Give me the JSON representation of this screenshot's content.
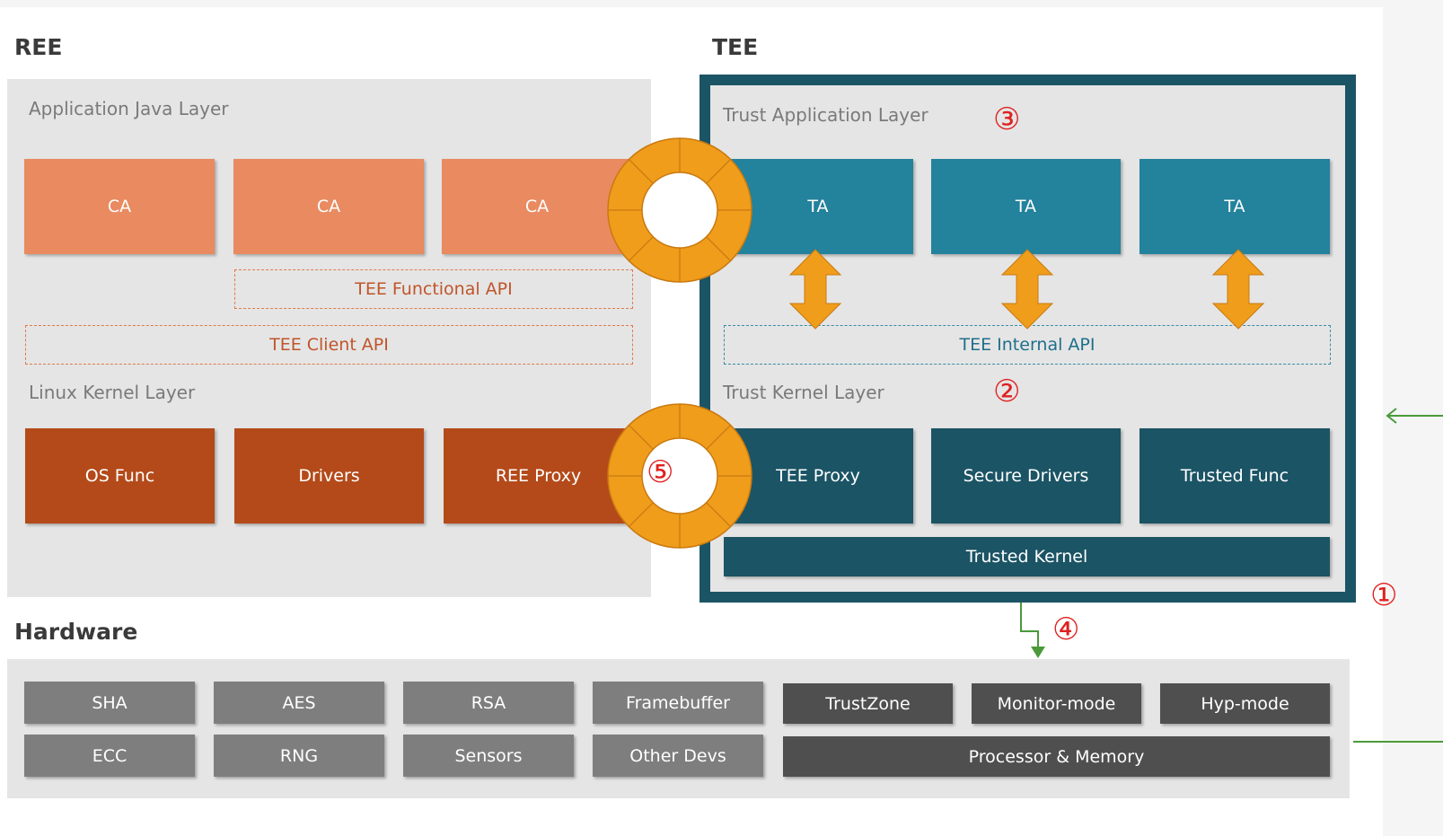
{
  "ree": {
    "title": "REE",
    "app_layer_label": "Application Java Layer",
    "ca_boxes": [
      "CA",
      "CA",
      "CA"
    ],
    "functional_api": "TEE Functional API",
    "client_api": "TEE Client API",
    "kernel_layer_label": "Linux Kernel Layer",
    "kernel_boxes": [
      "OS Func",
      "Drivers",
      "REE Proxy"
    ]
  },
  "tee": {
    "title": "TEE",
    "app_layer_label": "Trust Application Layer",
    "ta_boxes": [
      "TA",
      "TA",
      "TA"
    ],
    "internal_api": "TEE Internal API",
    "kernel_layer_label": "Trust Kernel Layer",
    "kernel_boxes": [
      "TEE Proxy",
      "Secure Drivers",
      "Trusted Func"
    ],
    "trusted_kernel": "Trusted Kernel"
  },
  "hardware": {
    "title": "Hardware",
    "row1": [
      "SHA",
      "AES",
      "RSA",
      "Framebuffer",
      "TrustZone",
      "Monitor-mode",
      "Hyp-mode"
    ],
    "row2": [
      "ECC",
      "RNG",
      "Sensors",
      "Other Devs"
    ],
    "processor": "Processor & Memory"
  },
  "markers": {
    "m1": "①",
    "m2": "②",
    "m3": "③",
    "m4": "④",
    "m5": "⑤"
  },
  "colors": {
    "ca": "#e98a60",
    "ree_kernel": "#b44a1a",
    "ta": "#23829c",
    "tee_kernel": "#1b5465",
    "tee_frame": "#1b5465",
    "ring": "#ef9d1b",
    "marker": "#e02020",
    "flow_arrow": "#4a9a3a"
  }
}
